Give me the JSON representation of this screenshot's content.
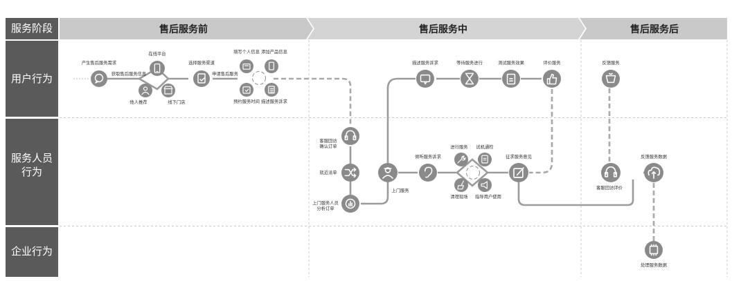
{
  "header": {
    "stage_label": "服务阶段",
    "phases": [
      "售后服务前",
      "售后服务中",
      "售后服务后"
    ]
  },
  "rows": {
    "user": "用户行为",
    "staff": "服务人员\n行为",
    "enterprise": "企业行为"
  },
  "nodes": {
    "need": {
      "label": "产生售后服务需求",
      "icon": "chat-bubble-icon"
    },
    "get_info": {
      "label": "获取售后服务信息",
      "icon": ""
    },
    "online": {
      "label": "在线平台",
      "icon": "phone-icon"
    },
    "referral": {
      "label": "他人推荐",
      "icon": "person-icon"
    },
    "offline": {
      "label": "线下门店",
      "icon": "store-icon"
    },
    "channel": {
      "label": "选择服务渠道",
      "icon": "document-check-icon"
    },
    "apply": {
      "label": "申请售后服务",
      "icon": ""
    },
    "fill_info": {
      "label": "填写个人信息",
      "icon": "id-card-icon"
    },
    "add_product": {
      "label": "添加产品信息",
      "icon": "device-icon"
    },
    "book_time": {
      "label": "预约服务时间",
      "icon": "calendar-check-icon"
    },
    "describe_1": {
      "label": "描述服务诉求",
      "icon": "list-icon"
    },
    "describe_2": {
      "label": "描述服务诉求",
      "icon": "message-icon"
    },
    "wait": {
      "label": "等待服务进行",
      "icon": "hourglass-icon"
    },
    "test": {
      "label": "测试服务效果",
      "icon": "clipboard-icon"
    },
    "rate": {
      "label": "评价服务",
      "icon": "thumbs-up-icon"
    },
    "feedback": {
      "label": "反馈服务",
      "icon": "cup-icon"
    },
    "callback": {
      "label": "客服回访\n确认订单",
      "icon": "headset-icon"
    },
    "dispatch": {
      "label": "就近派单",
      "icon": "shuffle-icon"
    },
    "analyze": {
      "label": "上门服务人员\n分析订单",
      "icon": "chart-icon"
    },
    "visit": {
      "label": "上门服务",
      "icon": "worker-icon"
    },
    "listen": {
      "label": "倾听服务诉求",
      "icon": "ear-icon"
    },
    "do_service": {
      "label": "进行服务",
      "icon": "wrench-icon"
    },
    "trial": {
      "label": "试机通检",
      "icon": "tablet-icon"
    },
    "clean": {
      "label": "清理现场",
      "icon": "broom-icon"
    },
    "guide": {
      "label": "指导用户使用",
      "icon": "megaphone-icon"
    },
    "opinion": {
      "label": "征求服务意见",
      "icon": "edit-icon"
    },
    "callback_eval": {
      "label": "客服回访评价",
      "icon": "headset-icon"
    },
    "feedback_data": {
      "label": "反馈服务数据",
      "icon": "cloud-upload-icon"
    },
    "process_data": {
      "label": "处理服务数据",
      "icon": "chip-icon"
    }
  },
  "colors": {
    "band": "#5a5a5a",
    "header": "#c9c9c9",
    "node": "#8a8a8a",
    "line": "#9b9b9b"
  }
}
